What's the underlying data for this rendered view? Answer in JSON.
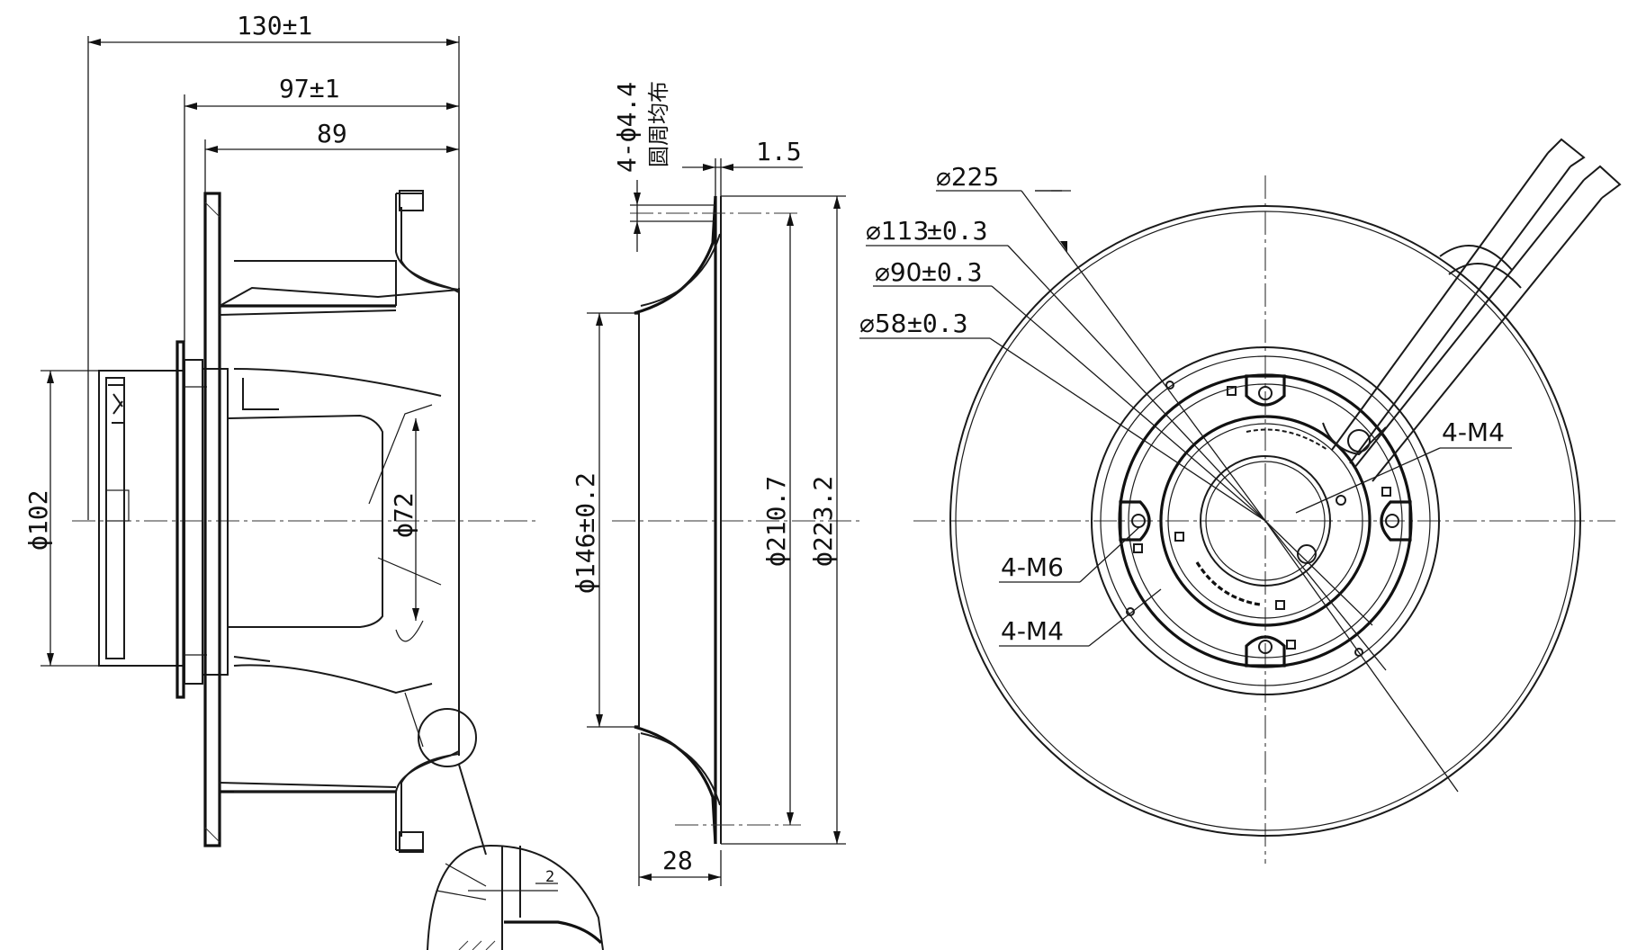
{
  "side_view": {
    "dim_overall_width": "130±1",
    "dim_impeller_width": "97±1",
    "dim_89": "89",
    "dim_phi102": "ϕ102",
    "dim_phi72": "ϕ72",
    "detail_dim": "2"
  },
  "inlet_ring_view": {
    "dim_holes": "4-ϕ4.4",
    "dim_holes_note": "圆周均布",
    "dim_thickness": "1.5",
    "dim_phi146": "ϕ146±0.2",
    "dim_phi210": "ϕ210.7",
    "dim_phi223": "ϕ223.2",
    "dim_depth": "28"
  },
  "front_view": {
    "dim_225": "⌀225",
    "dim_113": "⌀113",
    "dim_113_tol": "±0.3",
    "dim_90": "⌀90",
    "dim_90_tol": "±0.3",
    "dim_58": "⌀58",
    "dim_58_tol": "±0.3",
    "label_m4_upper": "4-M4",
    "label_m6": "4-M6",
    "label_m4_lower": "4-M4"
  }
}
